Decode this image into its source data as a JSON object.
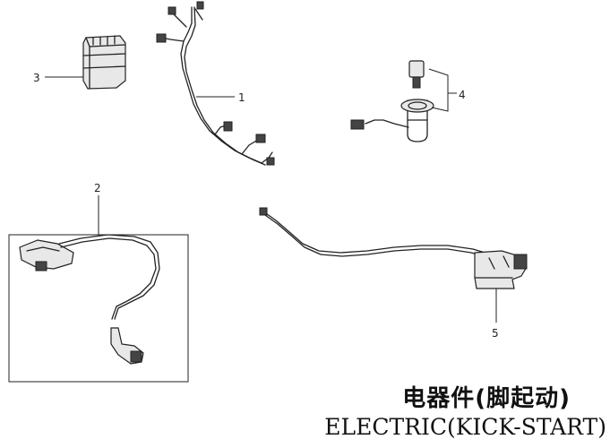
{
  "callouts": {
    "c1": "1",
    "c2": "2",
    "c3": "3",
    "c4": "4",
    "c5": "5"
  },
  "title": {
    "chinese": "电器件(脚起动)",
    "english": "ELECTRIC(KICK-START)"
  }
}
